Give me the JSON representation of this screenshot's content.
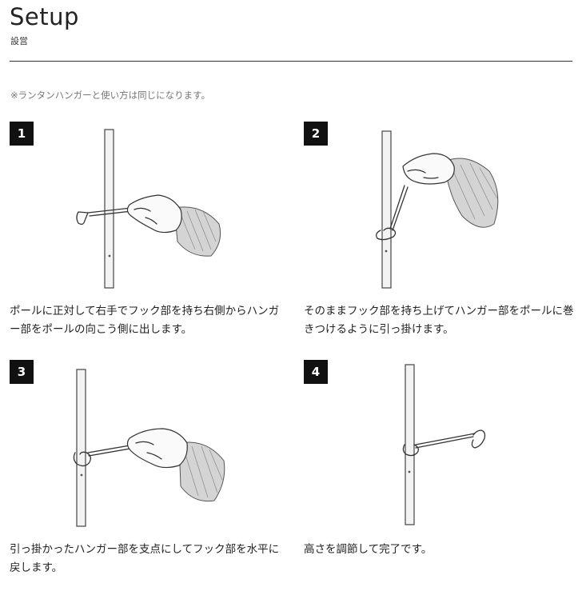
{
  "header": {
    "title": "Setup",
    "subtitle": "設営"
  },
  "note": "※ランタンハンガーと使い方は同じになります。",
  "steps": [
    {
      "number": "1",
      "text": "ポールに正対して右手でフック部を持ち右側からハンガー部をポールの向こう側に出します。"
    },
    {
      "number": "2",
      "text": "そのままフック部を持ち上げてハンガー部をポールに巻きつけるように引っ掛けます。"
    },
    {
      "number": "3",
      "text": "引っ掛かったハンガー部を支点にしてフック部を水平に戻します。"
    },
    {
      "number": "4",
      "text": "高さを調節して完了です。"
    }
  ]
}
